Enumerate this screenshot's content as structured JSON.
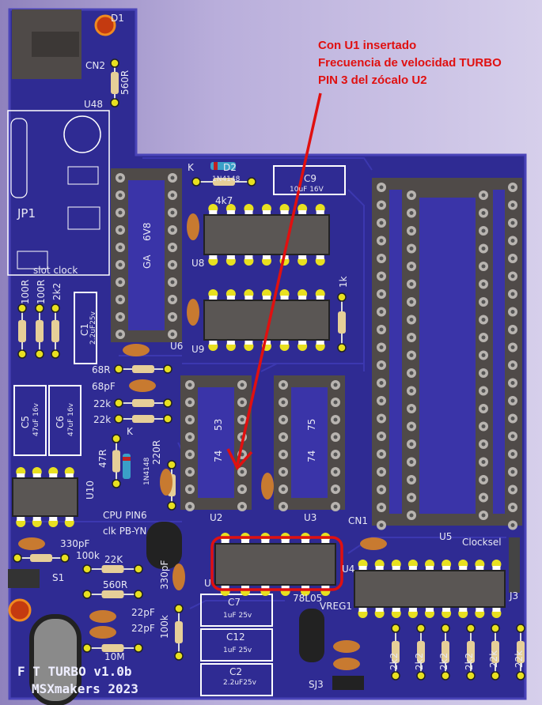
{
  "annotation": {
    "lines": [
      "Con U1 insertado",
      "Frecuencia de velocidad TURBO",
      "PIN 3 del zócalo U2"
    ],
    "color": "#e01010"
  },
  "board": {
    "color": "#2f2b93",
    "title": "F    T TURBO v1.0b",
    "credit": "MSXmakers 2023"
  },
  "labels": {
    "u48": "U48",
    "cn2": "CN2",
    "r560_top": "560R",
    "d1": "D1",
    "jp1": "JP1",
    "slot_clock": "slot clock",
    "u6": "U6",
    "u6_chip_a": "6V8",
    "u6_chip_b": "GA",
    "d2": "D2",
    "d2_part": "1N4148",
    "k1": "K",
    "r4k7": "4k7",
    "c9": "C9",
    "c9_val": "10uF 16V",
    "u8": "U8",
    "u9": "U9",
    "r1k": "1k",
    "r100a": "100R",
    "r100b": "100R",
    "r2k2": "2k2",
    "c1": "C1",
    "c1_val": "2.2uF25v",
    "r68": "68R",
    "c68p": "68pF",
    "r22ka": "22k",
    "r22kb": "22k",
    "c5": "C5",
    "c5_val": "47uF 16v",
    "c6": "C6",
    "c6_val": "47uF 16v",
    "r47": "47R",
    "d3_part": "1N4148",
    "k2": "K",
    "r220": "220R",
    "u10": "U10",
    "u2": "U2",
    "u2_chip_a": "53",
    "u2_chip_b": "74",
    "u3": "U3",
    "u3_chip_a": "75",
    "u3_chip_b": "74",
    "cpu_pin6": "CPU PIN6",
    "clk": "clk PB-YN",
    "c330a": "330pF",
    "r100k_a": "100k",
    "r22k_c": "22K",
    "r560_b": "560R",
    "c22a": "22pF",
    "c22b": "22pF",
    "r10m": "10M",
    "s1": "S1",
    "c330b": "330pF",
    "r100k_b": "100k",
    "c7": "C7",
    "c7_val": "1uF 25v",
    "c12": "C12",
    "c12_val": "1uF 25v",
    "c2": "C2",
    "c2_val": "2.2uF25v",
    "vreg_part": "78L05",
    "vreg": "VREG1",
    "sj3": "SJ3",
    "cn1": "CN1",
    "u5": "U5",
    "clocksel": "Clocksel",
    "j3": "J3",
    "u4": "U4",
    "u1": "U",
    "r_bottom": [
      "2k2",
      "2k2",
      "2k2",
      "2k2",
      "22k",
      "22k"
    ]
  }
}
